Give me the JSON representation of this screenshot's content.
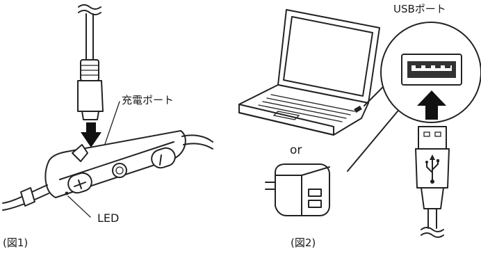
{
  "labels": {
    "charge_port": "充電ポート",
    "led": "LED",
    "figure1": "(図1)",
    "usb_port": "USBポート",
    "or": "or",
    "figure2": "(図2)"
  },
  "colors": {
    "line": "#222222",
    "arrow": "#111111",
    "background": "#ffffff",
    "port_fill": "#333333"
  },
  "icons": [
    "usb-symbol-icon",
    "arrow-down-icon",
    "arrow-up-icon"
  ]
}
